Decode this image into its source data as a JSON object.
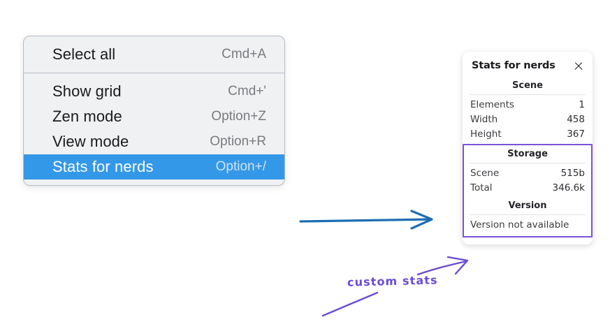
{
  "context_menu": {
    "groups": [
      {
        "items": [
          {
            "label": "Select all",
            "shortcut": "Cmd+A",
            "selected": false
          }
        ]
      },
      {
        "items": [
          {
            "label": "Show grid",
            "shortcut": "Cmd+'",
            "selected": false
          },
          {
            "label": "Zen mode",
            "shortcut": "Option+Z",
            "selected": false
          },
          {
            "label": "View mode",
            "shortcut": "Option+R",
            "selected": false
          },
          {
            "label": "Stats for nerds",
            "shortcut": "Option+/",
            "selected": true
          }
        ]
      }
    ],
    "highlight_color": "#3498e8",
    "background_color": "#f0f1f3"
  },
  "stats_panel": {
    "title": "Stats for nerds",
    "close_icon": "close-icon",
    "scene": {
      "heading": "Scene",
      "rows": [
        {
          "label": "Elements",
          "value": "1"
        },
        {
          "label": "Width",
          "value": "458"
        },
        {
          "label": "Height",
          "value": "367"
        }
      ]
    },
    "storage": {
      "heading": "Storage",
      "rows": [
        {
          "label": "Scene",
          "value": "515b"
        },
        {
          "label": "Total",
          "value": "346.6k"
        }
      ]
    },
    "version": {
      "heading": "Version",
      "note": "Version not available"
    },
    "highlight_border_color": "#7a52d6"
  },
  "annotations": {
    "custom_stats_label": "custom stats",
    "arrow_blue_color": "#1f6db4",
    "arrow_purple_color": "#6a4bd4"
  }
}
